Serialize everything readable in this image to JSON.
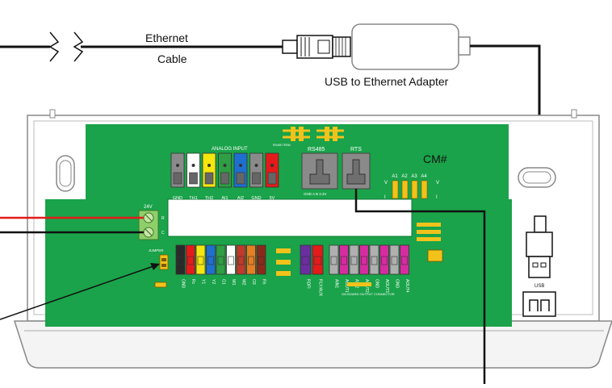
{
  "labels": {
    "ethernet_line1": "Ethernet",
    "ethernet_line2": "Cable",
    "adapter": "USB to Ethernet Adapter",
    "analog_input": "ANALOG INPUT",
    "rs485": "RS485",
    "rts": "RTS",
    "cm": "CM#",
    "v_left": "V",
    "v_right": "V",
    "i_left": "I",
    "i_right": "I",
    "usb": "USB",
    "v24": "24V",
    "r_term": "R",
    "c_term": "C",
    "rs485_termination": "RS485 TERM",
    "connector_note": "ON BOARD OUTPUT CONNECTOR",
    "jumper_left": "JUMPER"
  },
  "analog_terminals": [
    "GND",
    "TH1",
    "TH2",
    "AI1",
    "AI2",
    "GND",
    "5V"
  ],
  "analog_colors": [
    "#8a8a8a",
    "#ffffff",
    "#f5e60f",
    "#2f9e44",
    "#1f6fd1",
    "#8a8a8a",
    "#e31b1b"
  ],
  "aux_labels": [
    "A1",
    "A2",
    "A3",
    "A4"
  ],
  "rs485_pins": "GND A B 3.3V",
  "bottom_left_labels": [
    "GND",
    "Rc",
    "Y1",
    "Y2",
    "G1",
    "W1",
    "W2",
    "O3",
    "Rh"
  ],
  "bottom_left_colors": [
    "#2a2a2a",
    "#e31b1b",
    "#f5e60f",
    "#1f6fd1",
    "#2f9e44",
    "#ffffff",
    "#c0392b",
    "#e67e22",
    "#8b2a1a"
  ],
  "bottom_right_labels": [
    "RDFI",
    "RLY/AUX"
  ],
  "bottom_right_colors": [
    "#6a2ea0",
    "#e31b1b"
  ],
  "bottom_far_labels": [
    "AIN1",
    "AOUT1",
    "AIN2",
    "AOUT2",
    "GND",
    "AOUT3",
    "GND",
    "AOUT4"
  ],
  "bottom_far_colors": [
    "#b0b0b0",
    "#d62ca0",
    "#b0b0b0",
    "#d62ca0",
    "#b0b0b0",
    "#d62ca0",
    "#b0b0b0",
    "#d62ca0"
  ],
  "colors": {
    "board_green": "#1aa34a",
    "board_dark": "#0f7a34",
    "jumper_yellow": "#f2c21b",
    "wire_red": "#e31b1b",
    "wire_black": "#111111"
  }
}
